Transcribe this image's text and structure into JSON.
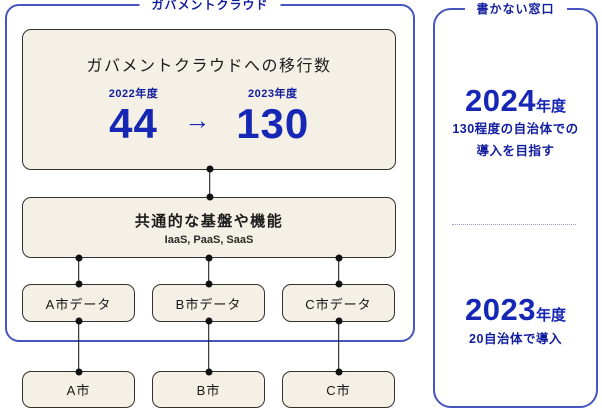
{
  "left_panel": {
    "label": "ガバメントクラウド",
    "migration_box": {
      "title": "ガバメントクラウドへの移行数",
      "from_year": "2022年度",
      "from_value": "44",
      "arrow": "→",
      "to_year": "2023年度",
      "to_value": "130"
    },
    "platform_box": {
      "title": "共通的な基盤や機能",
      "subtitle": "IaaS, PaaS, SaaS"
    },
    "data_boxes": [
      "A市データ",
      "B市データ",
      "C市データ"
    ],
    "city_boxes": [
      "A市",
      "B市",
      "C市"
    ]
  },
  "right_panel": {
    "label": "書かない窓口",
    "sections": [
      {
        "year": "2024",
        "suffix": "年度",
        "lines": [
          "130程度の自治体での",
          "導入を目指す"
        ]
      },
      {
        "year": "2023",
        "suffix": "年度",
        "lines": [
          "20自治体で導入"
        ]
      }
    ]
  },
  "colors": {
    "panel_border": "#4656be",
    "heading_navy": "#121d9e",
    "value_navy": "#1727b5",
    "box_fill": "#f4f0e5",
    "box_border": "#35322d"
  }
}
